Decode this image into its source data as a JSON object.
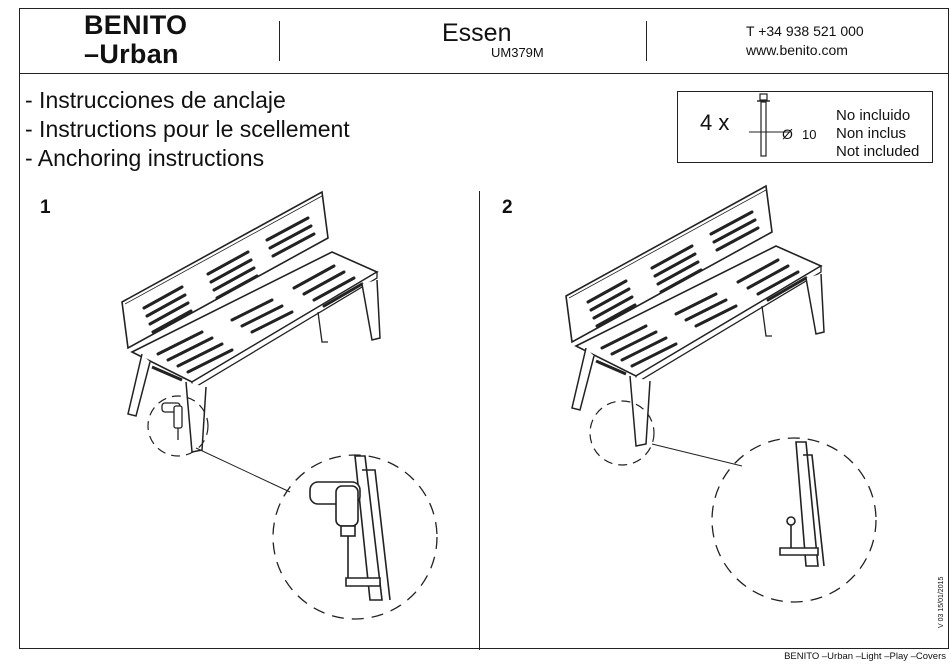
{
  "header": {
    "brand_line1": "BENITO",
    "brand_line2": "–Urban",
    "product_name": "Essen",
    "model_code": "UM379M",
    "phone": "T +34 938 521 000",
    "website": "www.benito.com"
  },
  "instructions": [
    "- Instrucciones de anclaje",
    "- Instructions pour le scellement",
    "- Anchoring instructions"
  ],
  "hardware": {
    "quantity": "4 x",
    "diameter_symbol": "Ø",
    "diameter": "10",
    "note_es": "No incluido",
    "note_fr": "Non inclus",
    "note_en": "Not included"
  },
  "steps": [
    {
      "number": "1"
    },
    {
      "number": "2"
    }
  ],
  "version": "V 03 15/01/2015",
  "footer": "BENITO –Urban –Light –Play –Covers",
  "colors": {
    "ink": "#222222",
    "paper": "#ffffff"
  }
}
